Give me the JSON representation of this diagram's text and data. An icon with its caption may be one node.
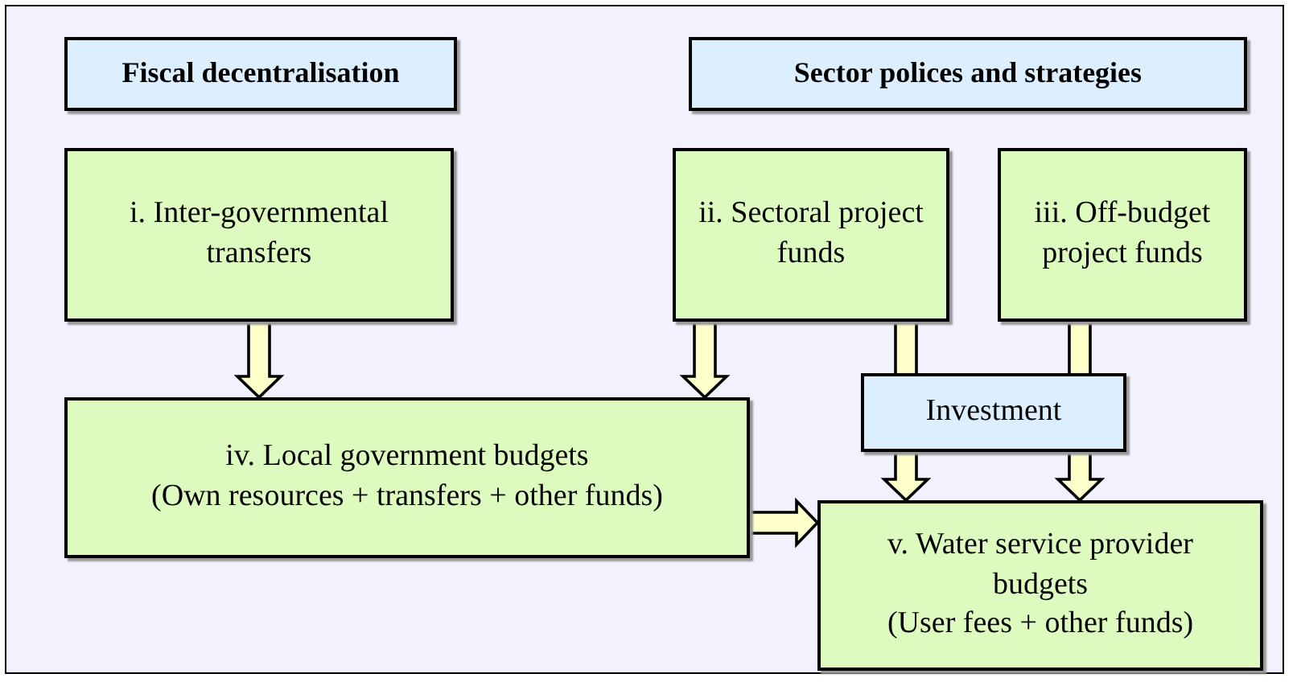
{
  "diagram": {
    "nodes": [
      {
        "text": [
          "Fiscal decentralisation"
        ]
      },
      {
        "text": [
          "Sector polices and strategies"
        ]
      },
      {
        "text": [
          "i. Inter-governmental transfers"
        ]
      },
      {
        "text": [
          "ii. Sectoral project funds"
        ]
      },
      {
        "text": [
          "iii. Off-budget project funds"
        ]
      },
      {
        "text": [
          "Investment"
        ]
      },
      {
        "text": [
          "iv. Local government budgets",
          "(Own resources + transfers + other funds)"
        ]
      },
      {
        "text": [
          "v. Water service provider budgets",
          "(User fees + other funds)"
        ]
      }
    ],
    "edges": [
      {
        "from": 2,
        "to": 6,
        "arrow": "to"
      },
      {
        "from": 3,
        "to": 6,
        "arrow": "to"
      },
      {
        "from": 3,
        "to": 7,
        "arrow": "to"
      },
      {
        "from": 4,
        "to": 7,
        "arrow": "to"
      },
      {
        "from": 6,
        "to": 7,
        "arrow": "to"
      }
    ]
  }
}
